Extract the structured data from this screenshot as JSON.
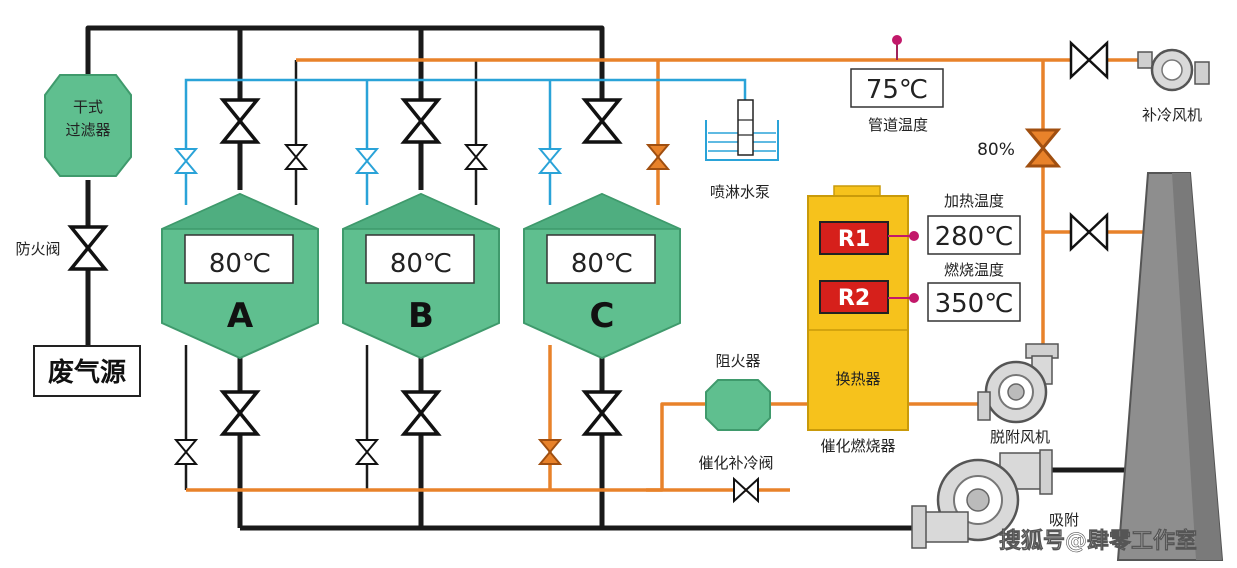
{
  "colors": {
    "black_pipe": "#1a1a1a",
    "orange_pipe": "#e8822a",
    "blue_pipe": "#2aa3d8",
    "tank_green": "#5fbf8f",
    "tank_green_dark": "#3f9a6c",
    "burner_yellow": "#f6c21c",
    "heater_red": "#d6201b",
    "chimney_gray": "#8e8e8e"
  },
  "source": {
    "label": "废气源"
  },
  "fire_valve": {
    "label": "防火阀"
  },
  "dry_filter": {
    "label_line1": "干式",
    "label_line2": "过滤器"
  },
  "tanks": [
    {
      "temp": "80℃",
      "letter": "A"
    },
    {
      "temp": "80℃",
      "letter": "B"
    },
    {
      "temp": "80℃",
      "letter": "C"
    }
  ],
  "spray_pump": {
    "label": "喷淋水泵"
  },
  "pipe_temp": {
    "value": "75℃",
    "label": "管道温度"
  },
  "cooling_fan": {
    "label": "补冷风机"
  },
  "damper_percent": {
    "value": "80%"
  },
  "burner": {
    "r1": "R1",
    "r2": "R2",
    "heating_label": "加热温度",
    "heating_value": "280℃",
    "combustion_label": "燃烧温度",
    "combustion_value": "350℃",
    "exchanger_label": "换热器",
    "name": "催化燃烧器"
  },
  "flame_arrester": {
    "label": "阻火器"
  },
  "catalytic_cooling_valve": {
    "label": "催化补冷阀"
  },
  "desorption_fan": {
    "label": "脱附风机"
  },
  "adsorption_fan": {
    "label": "吸附"
  },
  "watermark": {
    "text": "搜狐号@肆零工作室"
  }
}
